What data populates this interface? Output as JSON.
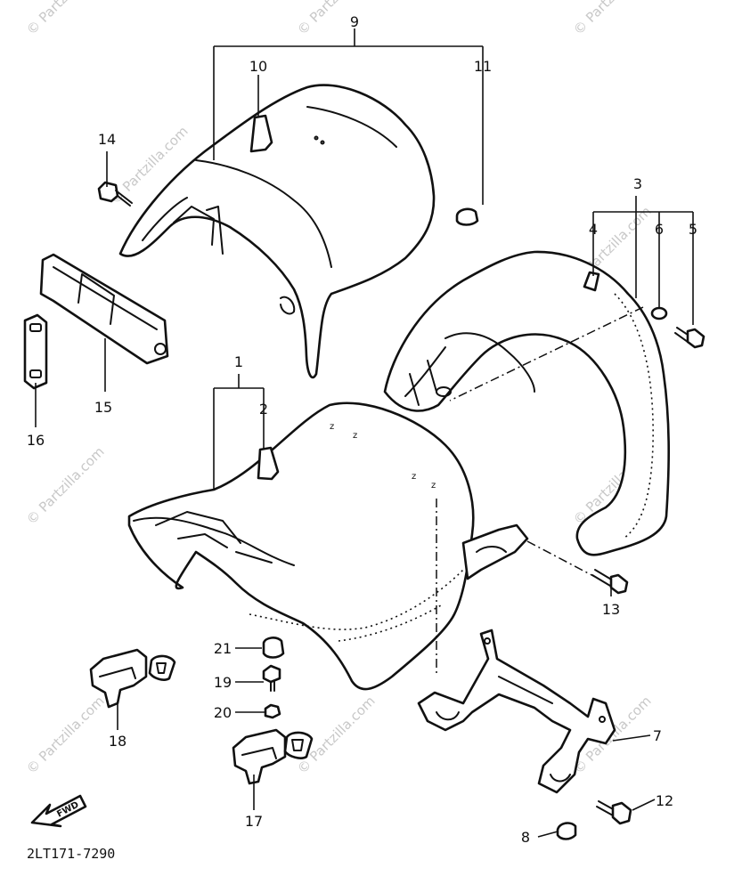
{
  "drawing_code": "2LT171-7290",
  "watermark": "© Partzilla.com",
  "fwd_label": "FWD",
  "callouts": {
    "c1": "1",
    "c2": "2",
    "c3": "3",
    "c4": "4",
    "c5": "5",
    "c6": "6",
    "c7": "7",
    "c8": "8",
    "c9": "9",
    "c10": "10",
    "c11": "11",
    "c12": "12",
    "c13": "13",
    "c14": "14",
    "c15": "15",
    "c16": "16",
    "c17": "17",
    "c18": "18",
    "c19": "19",
    "c20": "20",
    "c21": "21"
  }
}
